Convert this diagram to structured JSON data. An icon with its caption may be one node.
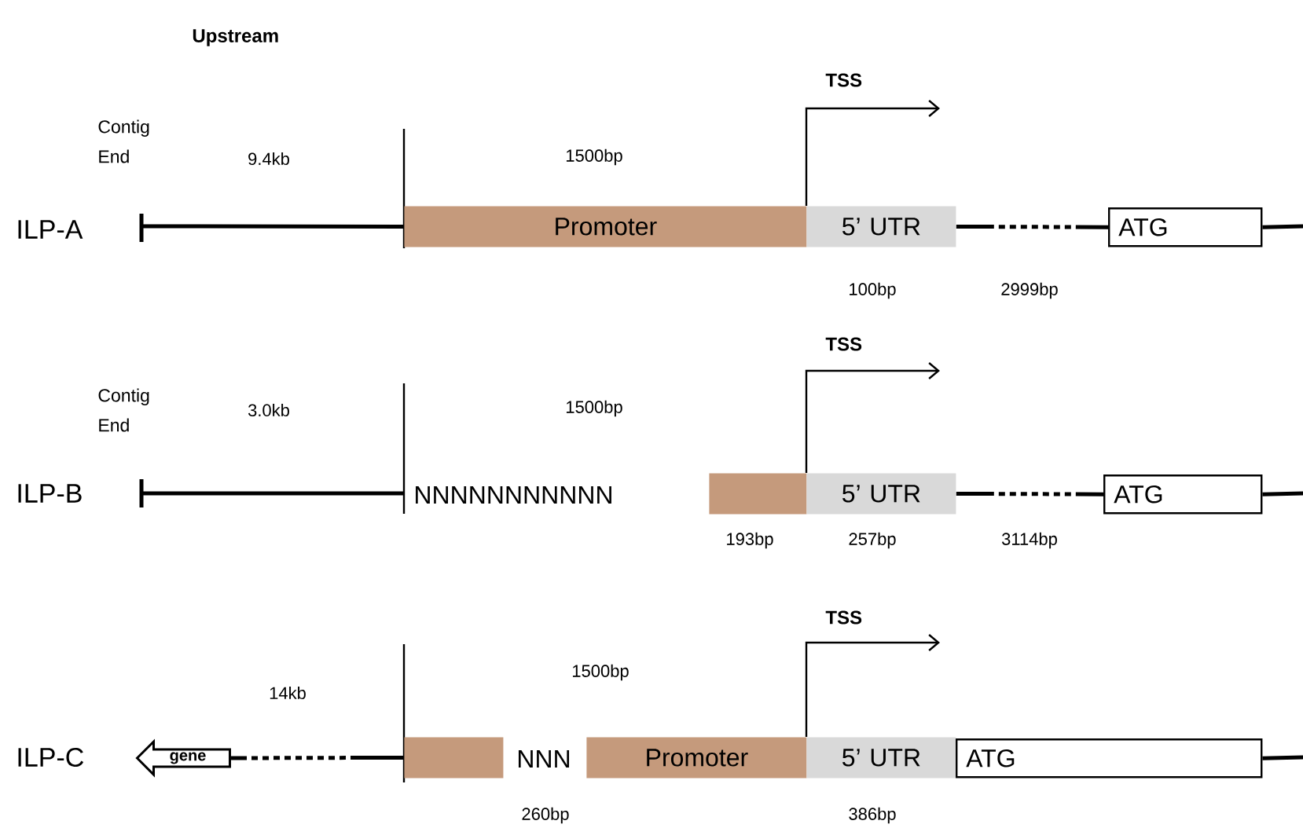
{
  "diagram": {
    "nodes": [
      {
        "text": [
          "Promoter"
        ]
      },
      {
        "text": [
          "5’ UTR"
        ]
      },
      {
        "text": [
          "ATG"
        ]
      },
      {
        "text": [],
        "shape": "box"
      },
      {
        "text": [
          "5’ UTR"
        ]
      },
      {
        "text": [
          "ATG"
        ]
      },
      {
        "text": [
          "gene"
        ]
      },
      {
        "text": [],
        "shape": "box"
      },
      {
        "text": [
          "Promoter"
        ]
      },
      {
        "text": [
          "5’ UTR"
        ]
      },
      {
        "text": [
          "ATG"
        ]
      }
    ],
    "edges": [
      {
        "from": null,
        "to": 0,
        "arrow": "none"
      },
      {
        "from": 1,
        "to": 2,
        "arrow": "none",
        "style": "dashed"
      },
      {
        "from": 2,
        "to": null,
        "arrow": "none"
      },
      {
        "from": 4,
        "to": 5,
        "arrow": "none",
        "style": "dashed"
      },
      {
        "from": 5,
        "to": null,
        "arrow": "none"
      },
      {
        "from": 6,
        "to": 7,
        "arrow": "none",
        "style": "dashed"
      },
      {
        "from": 10,
        "to": null,
        "arrow": "none"
      }
    ],
    "labels": [
      "Upstream",
      "Contig End",
      "TSS",
      "9.4kb",
      "1500bp",
      "ILP-A",
      "100bp",
      "2999bp",
      "TSS",
      "Contig End",
      "3.0kb",
      "1500bp",
      "ILP-B",
      "NNNNNNNNNNN",
      "193bp",
      "257bp",
      "3114bp",
      "TSS",
      "14kb",
      "1500bp",
      "ILP-C",
      "NNN",
      "260bp",
      "386bp"
    ]
  }
}
